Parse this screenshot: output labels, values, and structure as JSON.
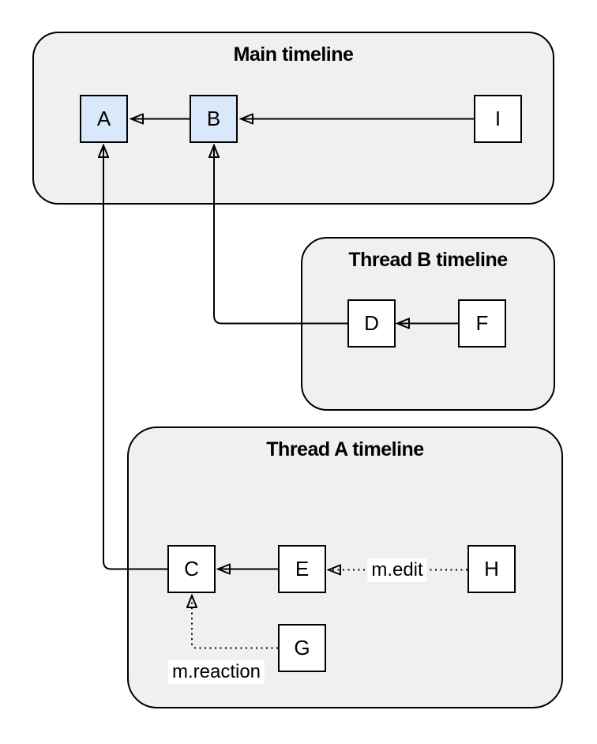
{
  "diagram": {
    "containers": {
      "main": {
        "title": "Main timeline"
      },
      "thread_b": {
        "title": "Thread B timeline"
      },
      "thread_a": {
        "title": "Thread A timeline"
      }
    },
    "nodes": {
      "a": "A",
      "b": "B",
      "c": "C",
      "d": "D",
      "e": "E",
      "f": "F",
      "g": "G",
      "h": "H",
      "i": "I"
    },
    "edge_labels": {
      "edit": "m.edit",
      "reaction": "m.reaction"
    },
    "edges": [
      {
        "from": "B",
        "to": "A",
        "style": "solid",
        "label": ""
      },
      {
        "from": "I",
        "to": "B",
        "style": "solid",
        "label": ""
      },
      {
        "from": "F",
        "to": "D",
        "style": "solid",
        "label": ""
      },
      {
        "from": "D",
        "to": "B",
        "style": "solid",
        "label": ""
      },
      {
        "from": "E",
        "to": "C",
        "style": "solid",
        "label": ""
      },
      {
        "from": "C",
        "to": "A",
        "style": "solid",
        "label": ""
      },
      {
        "from": "H",
        "to": "E",
        "style": "dotted",
        "label": "m.edit"
      },
      {
        "from": "G",
        "to": "C",
        "style": "dotted",
        "label": "m.reaction"
      }
    ],
    "colors": {
      "background": "#ffffff",
      "container_fill": "#f0f0f0",
      "node_fill": "#ffffff",
      "node_fill_highlight": "#dae8fc",
      "stroke": "#000000",
      "text": "#000000"
    }
  }
}
